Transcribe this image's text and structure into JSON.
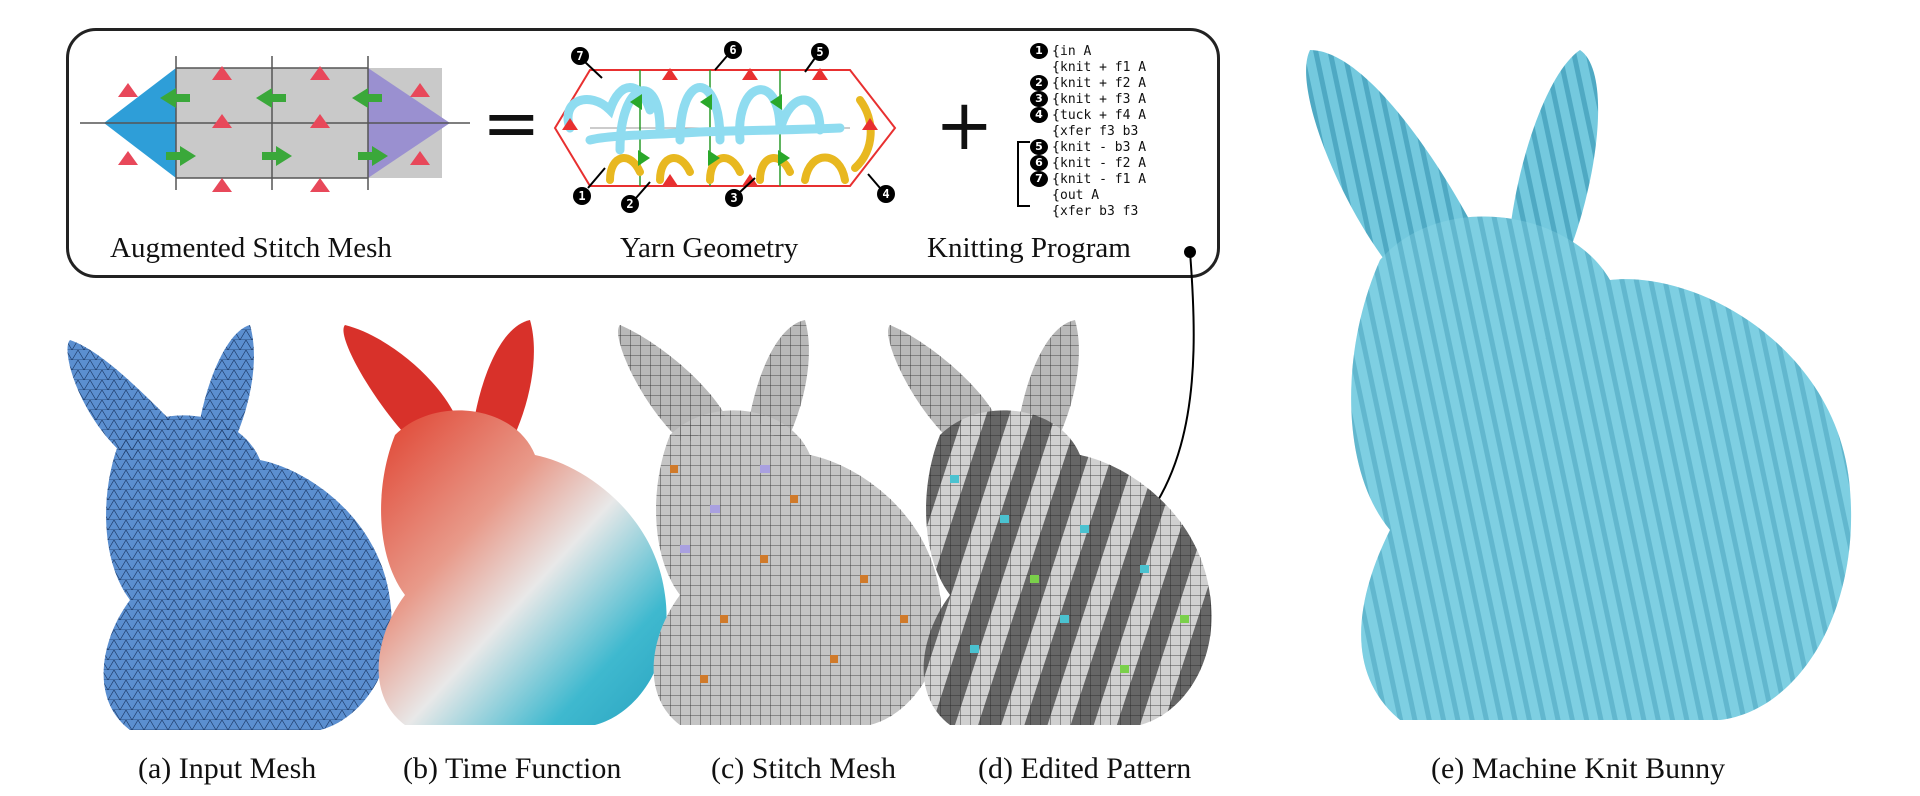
{
  "top_panel": {
    "labels": {
      "stitch_mesh": "Augmented Stitch Mesh",
      "yarn": "Yarn Geometry",
      "program": "Knitting Program"
    },
    "equals": "=",
    "plus": "+",
    "markers": [
      "1",
      "2",
      "3",
      "4",
      "5",
      "6",
      "7"
    ],
    "program_lines": [
      {
        "marker": "1",
        "text": "in A"
      },
      {
        "marker": "",
        "text": "knit + f1 A"
      },
      {
        "marker": "2",
        "text": "knit + f2 A"
      },
      {
        "marker": "3",
        "text": "knit + f3 A"
      },
      {
        "marker": "4",
        "text": "tuck + f4 A"
      },
      {
        "marker": "",
        "text": "xfer f3 b3"
      },
      {
        "marker": "5",
        "text": "knit - b3 A"
      },
      {
        "marker": "6",
        "text": "knit - f2 A"
      },
      {
        "marker": "7",
        "text": "knit - f1 A"
      },
      {
        "marker": "",
        "text": "out A"
      },
      {
        "marker": "",
        "text": "xfer b3 f3"
      }
    ]
  },
  "captions": {
    "a": "(a) Input Mesh",
    "b": "(b) Time Function",
    "c": "(c) Stitch Mesh",
    "d": "(d) Edited Pattern",
    "e": "(e) Machine Knit Bunny"
  },
  "colors": {
    "mesh_blue": "#5b8fd0",
    "time_red": "#e0402e",
    "time_cyan": "#3fb9cf",
    "stitch_gray": "#b8b8b8",
    "knit_cyan": "#6fc7dc",
    "triangle_red": "#e8485a",
    "arrow_green": "#3aa83a",
    "yarn_light": "#8fdcf0",
    "yarn_gold": "#e8b820",
    "cap_left": "#2e9ed8",
    "cap_right": "#9a90d0"
  }
}
